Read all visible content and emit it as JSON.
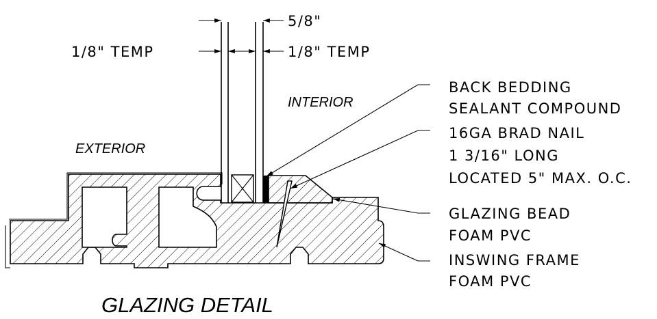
{
  "title": "GLAZING DETAIL",
  "labels": {
    "exterior": "EXTERIOR",
    "interior": "INTERIOR"
  },
  "dimensions": {
    "overall": "5/8\"",
    "left_glass": "1/8\" TEMP",
    "right_glass": "1/8\" TEMP"
  },
  "callouts": [
    {
      "lines": [
        "BACK BEDDING",
        "SEALANT COMPOUND"
      ]
    },
    {
      "lines": [
        "16GA BRAD NAIL",
        "1 3/16\" LONG",
        "LOCATED 5\" MAX. O.C."
      ]
    },
    {
      "lines": [
        "GLAZING BEAD",
        "FOAM PVC"
      ]
    },
    {
      "lines": [
        "INSWING FRAME",
        "FOAM PVC"
      ]
    }
  ]
}
